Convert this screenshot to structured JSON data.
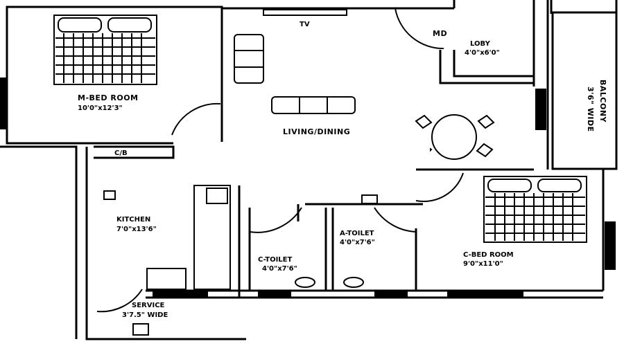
{
  "rooms": {
    "master_bedroom": {
      "name": "M-BED ROOM",
      "size": "10'0\"x12'3\""
    },
    "living_dining": {
      "name": "LIVING/DINING"
    },
    "tv": "TV",
    "main_door": "MD",
    "lobby": {
      "name": "LOBY",
      "size": "4'0\"x6'0\""
    },
    "balcony": {
      "name": "BALCONY",
      "size": "3'6\" WIDE"
    },
    "cupboard": "C/B",
    "kitchen": {
      "name": "KITCHEN",
      "size": "7'0\"x13'6\""
    },
    "common_toilet": {
      "name": "C-TOILET",
      "size": "4'0\"x7'6\""
    },
    "attached_toilet": {
      "name": "A-TOILET",
      "size": "4'0\"x7'6\""
    },
    "child_bedroom": {
      "name": "C-BED ROOM",
      "size": "9'0\"x11'0\""
    },
    "service": {
      "name": "SERVICE",
      "size": "3'7.5\" WIDE"
    }
  }
}
